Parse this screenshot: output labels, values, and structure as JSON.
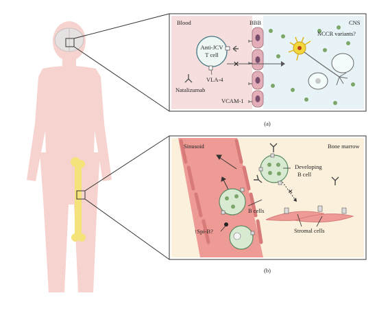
{
  "panel_a": {
    "label_blood": "Blood",
    "label_bbb": "BBB",
    "label_cns": "CNS",
    "label_tcell_line1": "Anti-JCV",
    "label_tcell_line2": "T cell",
    "label_vla4": "VLA-4",
    "label_vcam1": "VCAM-1",
    "label_natalizumab": "Natalizumab",
    "label_nccr": "NCCR variants?",
    "caption": "(a)"
  },
  "panel_b": {
    "label_sinusoid": "Sinusoid",
    "label_bone_marrow": "Bone marrow",
    "label_developing_line1": "Developing",
    "label_developing_line2": "B cell",
    "label_bcells": "B cells",
    "label_spib": "↑Spi-B?",
    "label_stromal": "Stromal cells",
    "caption": "(b)"
  },
  "colors": {
    "body_silhouette": "#f6d3cf",
    "brain": "#e7e2e2",
    "femur": "#f4e27a",
    "blood_bg": "#f6dede",
    "cns_bg": "#e7f3f6",
    "endothelial": "#e3aeb8",
    "tcell_fill": "#eef7f4",
    "bcell_fill": "#d9ead2",
    "marrow_bg": "#fbf0dc",
    "vessel_fill": "#ee9a95",
    "vessel_edge": "#d77a78",
    "stromal": "#ee9a95",
    "dots": "#7ca66a",
    "neuron_yellow": "#f3d63a",
    "inhibit_red": "#d83c3c"
  }
}
